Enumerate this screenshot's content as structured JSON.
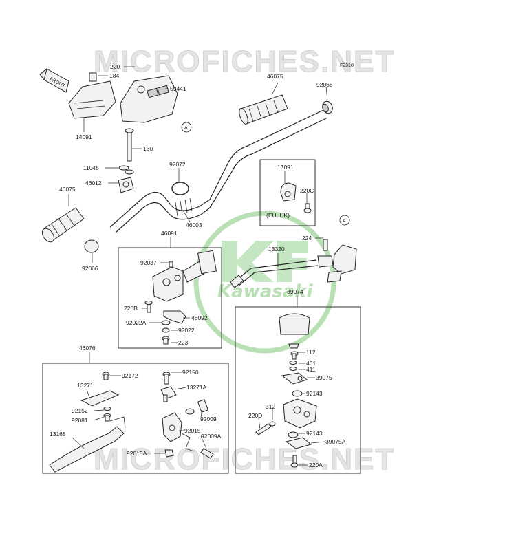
{
  "watermark": {
    "top_text": "MICROFICHES.NET",
    "bottom_text": "MICROFICHES.NET",
    "center_logo_text": "Kawasaki",
    "logo_color": "#7fc777"
  },
  "diagram_code": "F2310",
  "front_label": "FRONT",
  "reference_letter": "A",
  "region_note": "(EU, UK)",
  "labels": {
    "p220_top": "220",
    "p184": "184",
    "p14091": "14091",
    "p59441": "59441",
    "p46075_top": "46075",
    "p92066_top": "92066",
    "p130": "130",
    "p11045": "11045",
    "p46012": "46012",
    "p92072": "92072",
    "p13091": "13091",
    "p220C": "220C",
    "p46075_left": "46075",
    "p46003": "46003",
    "p46091": "46091",
    "p224": "224",
    "p13320": "13320",
    "p92066_left": "92066",
    "p92037": "92037",
    "p220B": "220B",
    "p92022A": "92022A",
    "p46092": "46092",
    "p92022": "92022",
    "p223": "223",
    "p39074": "39074",
    "p46076": "46076",
    "p112": "112",
    "p461": "461",
    "p411": "411",
    "p39075": "39075",
    "p92172": "92172",
    "p92150": "92150",
    "p13271": "13271",
    "p13271A": "13271A",
    "p92143_a": "92143",
    "p92152": "92152",
    "p92081": "92081",
    "p92009": "92009",
    "p312": "312",
    "p220D": "220D",
    "p13168": "13168",
    "p92015": "92015",
    "p92009A": "92009A",
    "p92143_b": "92143",
    "p39075A": "39075A",
    "p92015A": "92015A",
    "p220A": "220A"
  }
}
